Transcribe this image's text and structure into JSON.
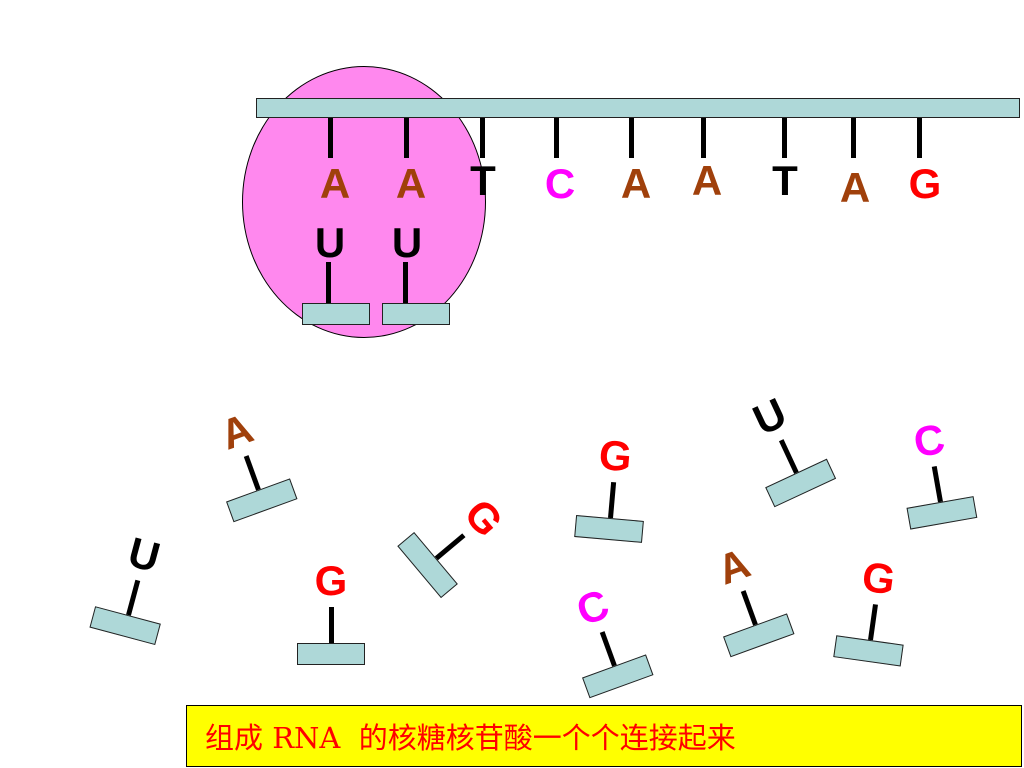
{
  "colors": {
    "A": "#a0400b",
    "T": "#000000",
    "C": "#ff00ff",
    "G": "#ff0000",
    "U": "#000000",
    "ribbon": "#aed8d8",
    "ellipse": "#ff88ee",
    "caption_bg": "#ffff00",
    "caption_text": "#ff0000"
  },
  "template_strand": {
    "bases": [
      "A",
      "A",
      "T",
      "C",
      "A",
      "A",
      "T",
      "A",
      "G"
    ]
  },
  "paired_rna": {
    "bases": [
      "U",
      "U"
    ]
  },
  "free_nucleotides": {
    "bases": [
      "A",
      "U",
      "G",
      "G",
      "G",
      "C",
      "U",
      "A",
      "C",
      "G"
    ]
  },
  "caption": {
    "text": "组成 RNA  的核糖核苷酸一个个连接起来"
  }
}
